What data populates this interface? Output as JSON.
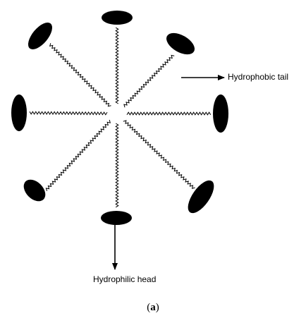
{
  "figure": {
    "labels": {
      "tail": "Hydrophobic tail",
      "head": "Hydrophilic head"
    },
    "caption": {
      "open": "(",
      "letter": "a",
      "close": ")"
    },
    "colors": {
      "head_fill": "#000000",
      "tail_stroke": "#000000",
      "arrow": "#000000",
      "background": "#ffffff"
    },
    "micelle": {
      "molecule_count": 8,
      "parts": [
        "hydrophilic-head",
        "hydrophobic-tail"
      ]
    }
  }
}
